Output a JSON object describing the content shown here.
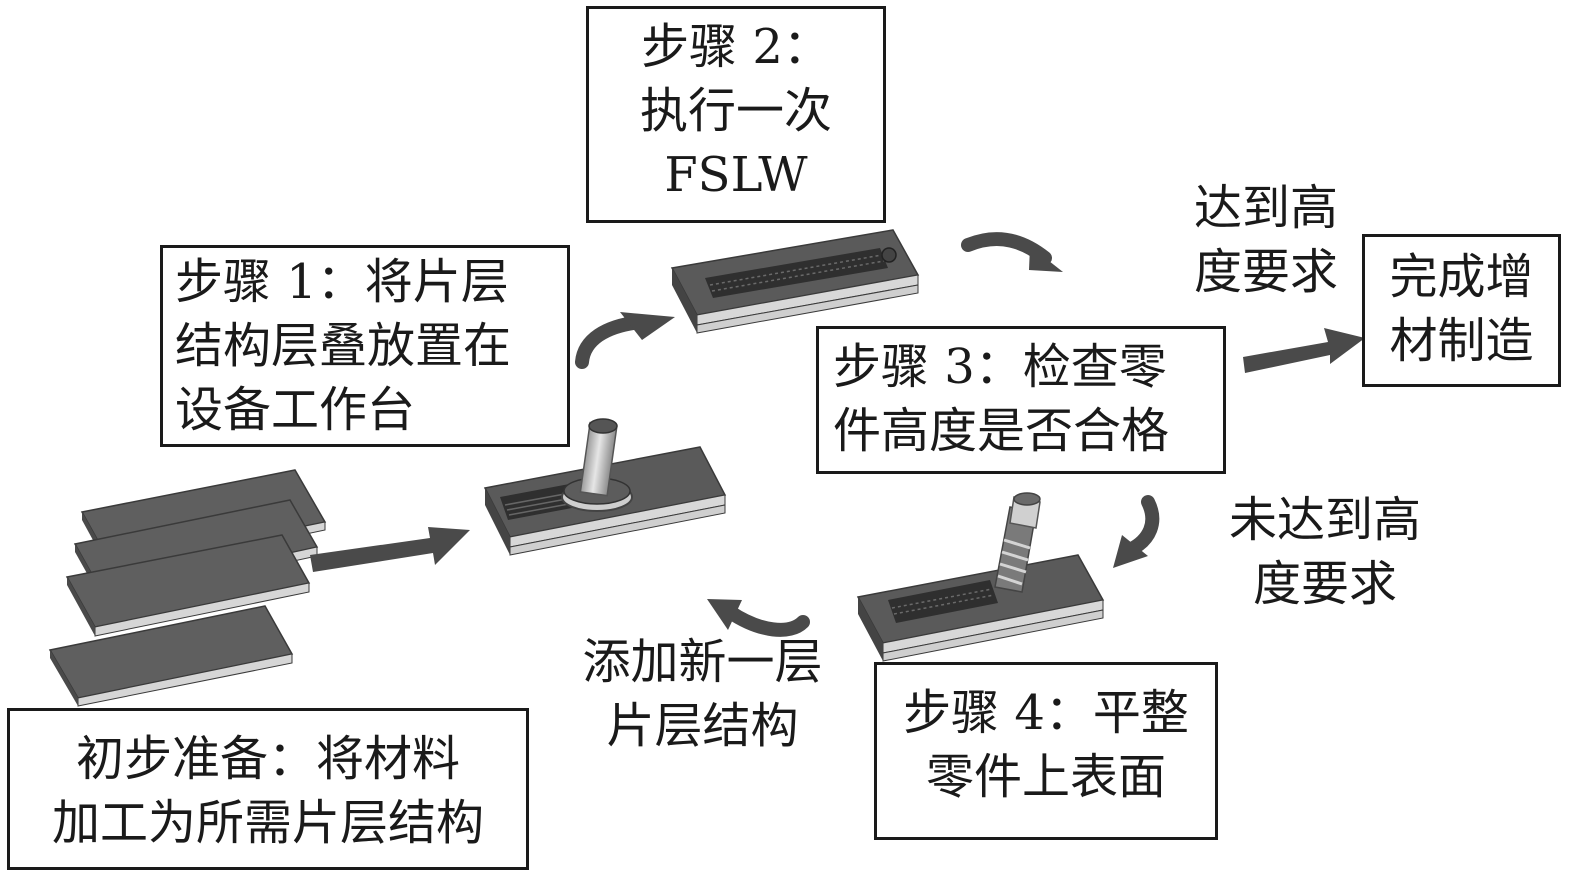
{
  "diagram": {
    "title": "FSLW additive manufacturing process flow",
    "colors": {
      "plate_top": "#5f5f5f",
      "plate_side": "#4a4a4a",
      "plate_stripe": "#d8d8d8",
      "arrow": "#4a4a4a",
      "tool": "#c9c9c9",
      "tool_dark": "#6a6a6a",
      "border": "#1a1a1a"
    },
    "boxes": {
      "prep": {
        "lines": [
          "初步准备：将材料",
          "加工为所需片层结构"
        ]
      },
      "step1": {
        "lines": [
          "步骤 1：将片层",
          "结构层叠放置在",
          "设备工作台"
        ]
      },
      "step2": {
        "lines": [
          "步骤 2：",
          "执行一次",
          "FSLW"
        ]
      },
      "step3": {
        "lines": [
          "步骤 3：检查零",
          "件高度是否合格"
        ]
      },
      "step4": {
        "lines": [
          "步骤 4：平整",
          "零件上表面"
        ]
      },
      "done": {
        "lines": [
          "完成增",
          "材制造"
        ]
      }
    },
    "labels": {
      "pass": {
        "lines": [
          "达到高",
          "度要求"
        ]
      },
      "fail": {
        "lines": [
          "未达到高",
          "度要求"
        ]
      },
      "add_layer": {
        "lines": [
          "添加新一层",
          "片层结构"
        ]
      }
    },
    "nodes": [
      {
        "id": "stacked-plates",
        "description": "Separate sheet layers (raw material)"
      },
      {
        "id": "fixture-with-tool",
        "description": "Stacked layers on worktable with FSLW tool"
      },
      {
        "id": "welded-part",
        "description": "Part after one FSLW pass"
      },
      {
        "id": "milling-part",
        "description": "Part top surface being flattened with milling cutter"
      }
    ],
    "edges": [
      {
        "from": "stacked-plates",
        "to": "fixture-with-tool",
        "style": "straight"
      },
      {
        "from": "fixture-with-tool",
        "to": "welded-part",
        "style": "curved"
      },
      {
        "from": "welded-part",
        "to": "step3",
        "style": "curved"
      },
      {
        "from": "step3",
        "to": "done",
        "label": "达到高度要求",
        "style": "straight"
      },
      {
        "from": "step3",
        "to": "milling-part",
        "label": "未达到高度要求",
        "style": "curved"
      },
      {
        "from": "milling-part",
        "to": "fixture-with-tool",
        "label": "添加新一层片层结构",
        "style": "curved"
      }
    ]
  }
}
